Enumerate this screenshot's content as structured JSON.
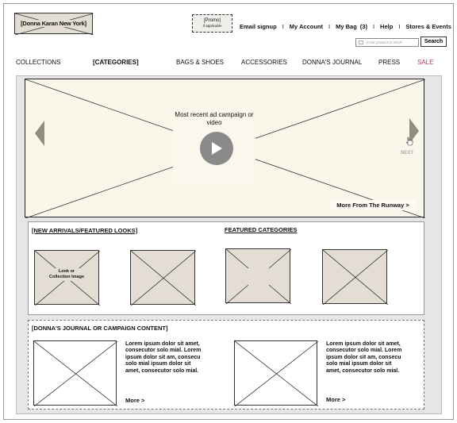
{
  "header": {
    "logo_text": "[Donna Karan New York]",
    "promo_title": "[Promo]",
    "promo_subtitle": "If applicable",
    "util_nav": {
      "email_signup": "Email signup",
      "sep1": "I",
      "my_account": "My Account",
      "sep2": "I",
      "my_bag": "My Bag",
      "bag_count": "(3)",
      "sep3": "I",
      "help": "Help",
      "sep4": "I",
      "stores_events": "Stores & Events"
    },
    "search_placeholder": "Enter product or SKU#",
    "search_button": "Search"
  },
  "main_nav": {
    "items": [
      "COLLECTIONS",
      "[CATEGORIES]",
      "BAGS & SHOES",
      "ACCESSORIES",
      "DONNA'S JOURNAL",
      "PRESS",
      "SALE"
    ],
    "sale_color": "#b23a6a"
  },
  "hero": {
    "caption": "Most recent ad campaign or video",
    "next_label": "NEXT",
    "runway_link": "More From The Runway  >"
  },
  "looks": {
    "new_arrivals_title": "[NEW ARRIVALS/FEATURED LOOKS]",
    "featured_categories_title": "FEATURED CATEGORIES",
    "first_thumb_label": "Look or Collection Image"
  },
  "journal": {
    "title": "[DONNA'S JOURNAL OR CAMPAIGN CONTENT]",
    "items": [
      {
        "text": "Lorem ipsum dolor sit amet, consecutor solo mial. Lorem ipsum dolor sit am, consecu solo mial ipsum dolor sit amet, consecutor solo mial.",
        "more": "More  >"
      },
      {
        "text": "Lorem ipsum dolor sit amet, consecutor solo mial. Lorem ipsum dolor sit am, consecu solo mial ipsum dolor sit amet, consecutor solo mial.",
        "more": "More  >"
      }
    ]
  },
  "colors": {
    "placeholder_fill": "#e3ddd3",
    "hero_fill": "#faf6ea",
    "panel_bg": "#e6e6e6",
    "arrow": "#8f8f80",
    "play": "#8a8a8a"
  }
}
